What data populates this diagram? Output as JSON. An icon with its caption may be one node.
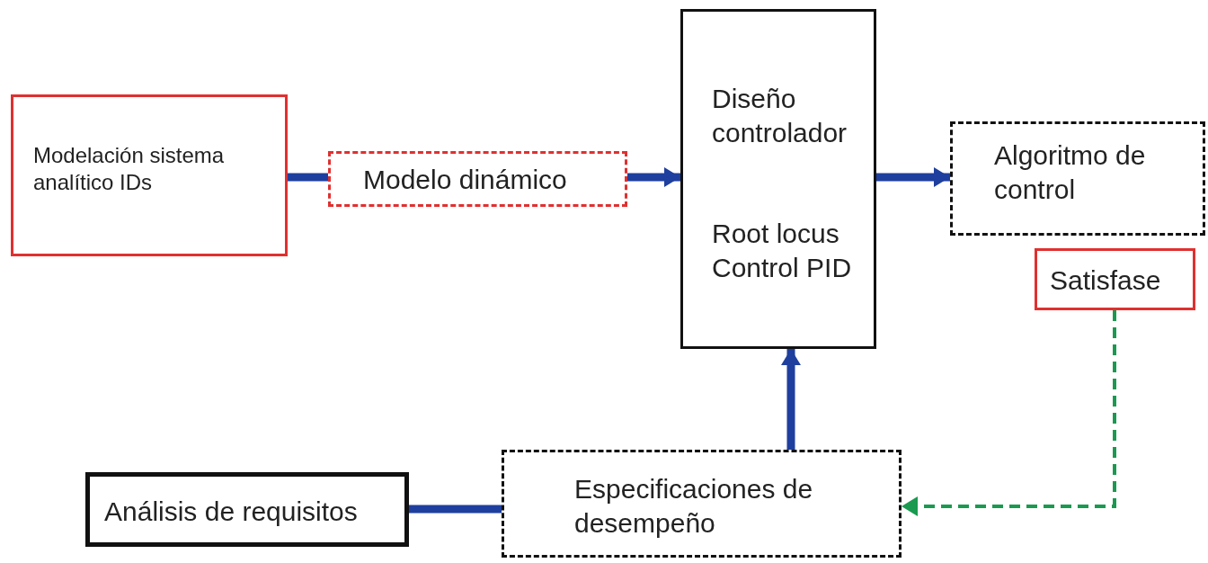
{
  "diagram": {
    "nodes": [
      {
        "text": [
          "Modelación sistema analítico IDs"
        ]
      },
      {
        "text": [
          "Modelo dinámico"
        ]
      },
      {
        "text": [
          "Diseño controlador",
          "Root locus Control PID"
        ]
      },
      {
        "text": [
          "Algoritmo de control"
        ]
      },
      {
        "text": [
          "Satisfase"
        ]
      },
      {
        "text": [
          "Especificaciones de desempeño"
        ]
      },
      {
        "text": [
          "Análisis de requisitos"
        ]
      }
    ],
    "edges": [
      {
        "from": 0,
        "to": 1,
        "arrow": "none"
      },
      {
        "from": 1,
        "to": 2,
        "arrow": "to"
      },
      {
        "from": 2,
        "to": 3,
        "arrow": "to"
      },
      {
        "from": 5,
        "to": 2,
        "arrow": "to"
      },
      {
        "from": 6,
        "to": 5,
        "arrow": "none"
      },
      {
        "from": 4,
        "to": 5,
        "arrow": "to",
        "style": "dashed",
        "color": "#1a9a50"
      }
    ]
  }
}
